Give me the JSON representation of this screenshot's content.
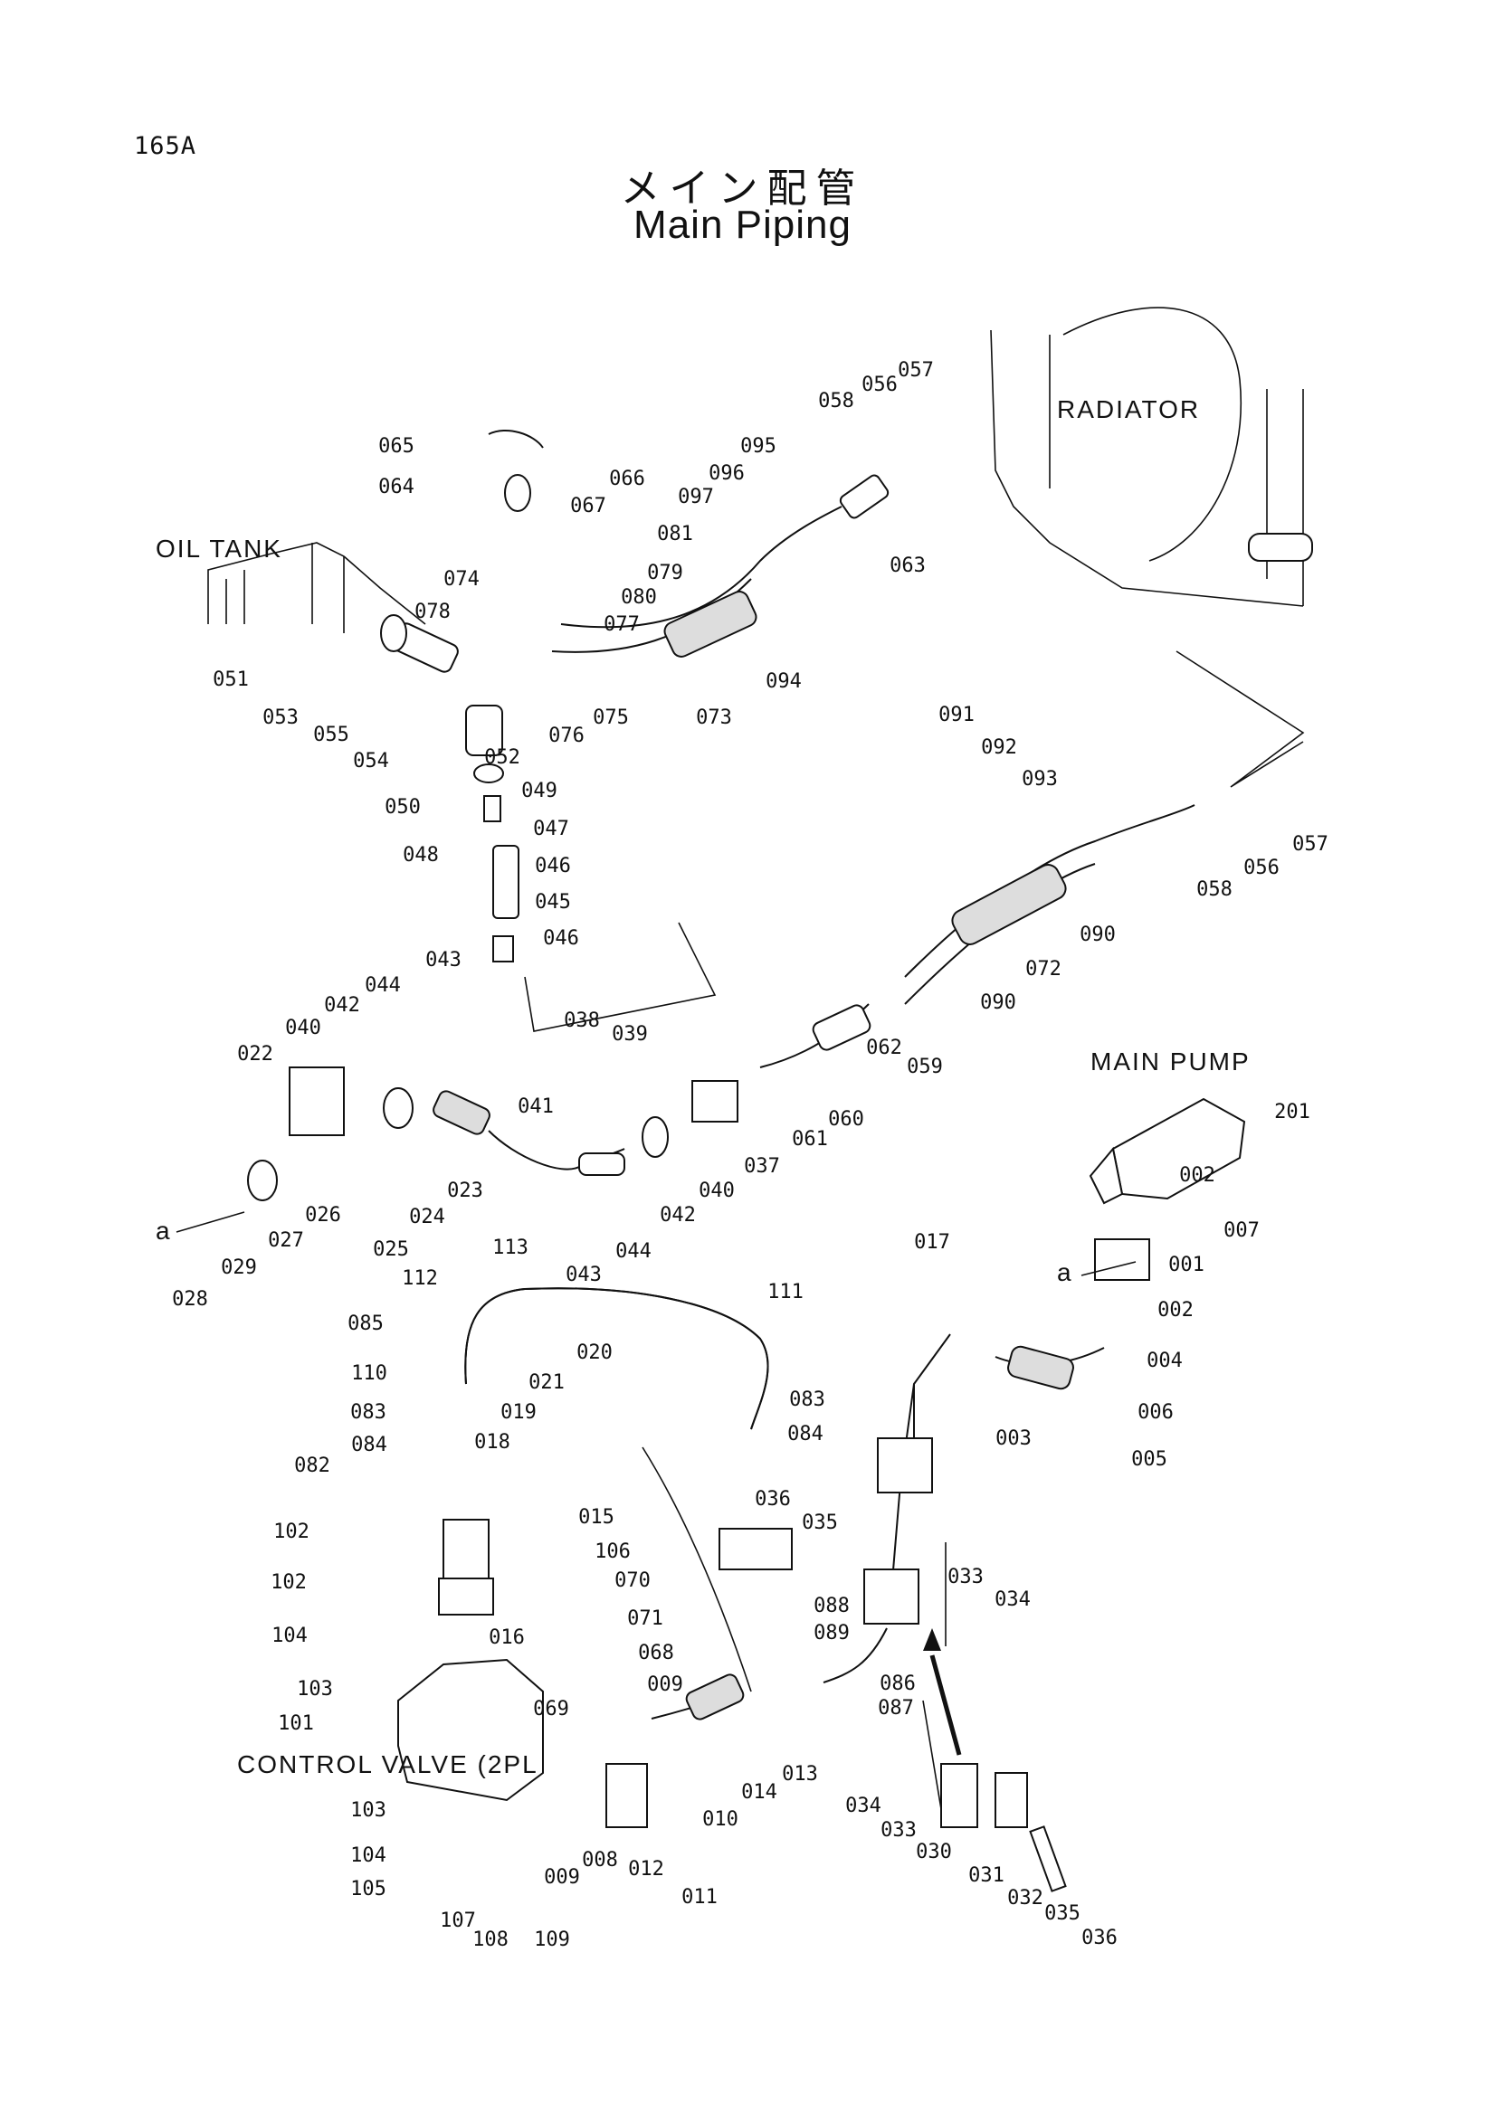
{
  "page_code": "165A",
  "title_ja": "メイン配管",
  "title_en": "Main Piping",
  "components": {
    "oil_tank": "OIL TANK",
    "radiator": "RADIATOR",
    "main_pump": "MAIN PUMP",
    "control_valve": "CONTROL VALVE (2PL"
  },
  "ref_marker": "a",
  "callouts": [
    {
      "id": "p065",
      "text": "065"
    },
    {
      "id": "p064",
      "text": "064"
    },
    {
      "id": "p066",
      "text": "066"
    },
    {
      "id": "p067",
      "text": "067"
    },
    {
      "id": "p081",
      "text": "081"
    },
    {
      "id": "p079",
      "text": "079"
    },
    {
      "id": "p080",
      "text": "080"
    },
    {
      "id": "p077",
      "text": "077"
    },
    {
      "id": "p074",
      "text": "074"
    },
    {
      "id": "p078",
      "text": "078"
    },
    {
      "id": "p075",
      "text": "075"
    },
    {
      "id": "p076",
      "text": "076"
    },
    {
      "id": "p051",
      "text": "051"
    },
    {
      "id": "p053",
      "text": "053"
    },
    {
      "id": "p055",
      "text": "055"
    },
    {
      "id": "p054",
      "text": "054"
    },
    {
      "id": "p052",
      "text": "052"
    },
    {
      "id": "p050",
      "text": "050"
    },
    {
      "id": "p049",
      "text": "049"
    },
    {
      "id": "p048",
      "text": "048"
    },
    {
      "id": "p047",
      "text": "047"
    },
    {
      "id": "p046a",
      "text": "046"
    },
    {
      "id": "p045",
      "text": "045"
    },
    {
      "id": "p046b",
      "text": "046"
    },
    {
      "id": "p058a",
      "text": "058"
    },
    {
      "id": "p056a",
      "text": "056"
    },
    {
      "id": "p057a",
      "text": "057"
    },
    {
      "id": "p095",
      "text": "095"
    },
    {
      "id": "p096",
      "text": "096"
    },
    {
      "id": "p097",
      "text": "097"
    },
    {
      "id": "p063",
      "text": "063"
    },
    {
      "id": "p073",
      "text": "073"
    },
    {
      "id": "p094",
      "text": "094"
    },
    {
      "id": "p091",
      "text": "091"
    },
    {
      "id": "p092",
      "text": "092"
    },
    {
      "id": "p093",
      "text": "093"
    },
    {
      "id": "p058b",
      "text": "058"
    },
    {
      "id": "p056b",
      "text": "056"
    },
    {
      "id": "p057b",
      "text": "057"
    },
    {
      "id": "p090a",
      "text": "090"
    },
    {
      "id": "p072",
      "text": "072"
    },
    {
      "id": "p090b",
      "text": "090"
    },
    {
      "id": "p059",
      "text": "059"
    },
    {
      "id": "p062",
      "text": "062"
    },
    {
      "id": "p060",
      "text": "060"
    },
    {
      "id": "p061",
      "text": "061"
    },
    {
      "id": "p037",
      "text": "037"
    },
    {
      "id": "p038",
      "text": "038"
    },
    {
      "id": "p039",
      "text": "039"
    },
    {
      "id": "p043a",
      "text": "043"
    },
    {
      "id": "p044a",
      "text": "044"
    },
    {
      "id": "p042a",
      "text": "042"
    },
    {
      "id": "p040a",
      "text": "040"
    },
    {
      "id": "p022",
      "text": "022"
    },
    {
      "id": "p041",
      "text": "041"
    },
    {
      "id": "p040b",
      "text": "040"
    },
    {
      "id": "p042b",
      "text": "042"
    },
    {
      "id": "p023",
      "text": "023"
    },
    {
      "id": "p024",
      "text": "024"
    },
    {
      "id": "p025",
      "text": "025"
    },
    {
      "id": "p026",
      "text": "026"
    },
    {
      "id": "p027",
      "text": "027"
    },
    {
      "id": "p029",
      "text": "029"
    },
    {
      "id": "p028",
      "text": "028"
    },
    {
      "id": "p043b",
      "text": "043"
    },
    {
      "id": "p044b",
      "text": "044"
    },
    {
      "id": "p201",
      "text": "201"
    },
    {
      "id": "p002a",
      "text": "002"
    },
    {
      "id": "p007",
      "text": "007"
    },
    {
      "id": "p001",
      "text": "001"
    },
    {
      "id": "p002b",
      "text": "002"
    },
    {
      "id": "p004",
      "text": "004"
    },
    {
      "id": "p006",
      "text": "006"
    },
    {
      "id": "p005",
      "text": "005"
    },
    {
      "id": "p003",
      "text": "003"
    },
    {
      "id": "p017",
      "text": "017"
    },
    {
      "id": "p113",
      "text": "113"
    },
    {
      "id": "p112",
      "text": "112"
    },
    {
      "id": "p111",
      "text": "111"
    },
    {
      "id": "p085",
      "text": "085"
    },
    {
      "id": "p110",
      "text": "110"
    },
    {
      "id": "p083a",
      "text": "083"
    },
    {
      "id": "p084a",
      "text": "084"
    },
    {
      "id": "p082",
      "text": "082"
    },
    {
      "id": "p020",
      "text": "020"
    },
    {
      "id": "p021",
      "text": "021"
    },
    {
      "id": "p019",
      "text": "019"
    },
    {
      "id": "p018",
      "text": "018"
    },
    {
      "id": "p015",
      "text": "015"
    },
    {
      "id": "p106",
      "text": "106"
    },
    {
      "id": "p083b",
      "text": "083"
    },
    {
      "id": "p084b",
      "text": "084"
    },
    {
      "id": "p036a",
      "text": "036"
    },
    {
      "id": "p035a",
      "text": "035"
    },
    {
      "id": "p102a",
      "text": "102"
    },
    {
      "id": "p102b",
      "text": "102"
    },
    {
      "id": "p104a",
      "text": "104"
    },
    {
      "id": "p016",
      "text": "016"
    },
    {
      "id": "p103a",
      "text": "103"
    },
    {
      "id": "p101",
      "text": "101"
    },
    {
      "id": "p070",
      "text": "070"
    },
    {
      "id": "p071",
      "text": "071"
    },
    {
      "id": "p068",
      "text": "068"
    },
    {
      "id": "p069",
      "text": "069"
    },
    {
      "id": "p009a",
      "text": "009"
    },
    {
      "id": "p088",
      "text": "088"
    },
    {
      "id": "p089",
      "text": "089"
    },
    {
      "id": "p086",
      "text": "086"
    },
    {
      "id": "p087",
      "text": "087"
    },
    {
      "id": "p033a",
      "text": "033"
    },
    {
      "id": "p034a",
      "text": "034"
    },
    {
      "id": "p013",
      "text": "013"
    },
    {
      "id": "p014",
      "text": "014"
    },
    {
      "id": "p010",
      "text": "010"
    },
    {
      "id": "p034b",
      "text": "034"
    },
    {
      "id": "p033b",
      "text": "033"
    },
    {
      "id": "p030",
      "text": "030"
    },
    {
      "id": "p031",
      "text": "031"
    },
    {
      "id": "p032",
      "text": "032"
    },
    {
      "id": "p035b",
      "text": "035"
    },
    {
      "id": "p036b",
      "text": "036"
    },
    {
      "id": "p103b",
      "text": "103"
    },
    {
      "id": "p104b",
      "text": "104"
    },
    {
      "id": "p105",
      "text": "105"
    },
    {
      "id": "p107",
      "text": "107"
    },
    {
      "id": "p108",
      "text": "108"
    },
    {
      "id": "p109",
      "text": "109"
    },
    {
      "id": "p009b",
      "text": "009"
    },
    {
      "id": "p008",
      "text": "008"
    },
    {
      "id": "p012",
      "text": "012"
    },
    {
      "id": "p011",
      "text": "011"
    }
  ]
}
